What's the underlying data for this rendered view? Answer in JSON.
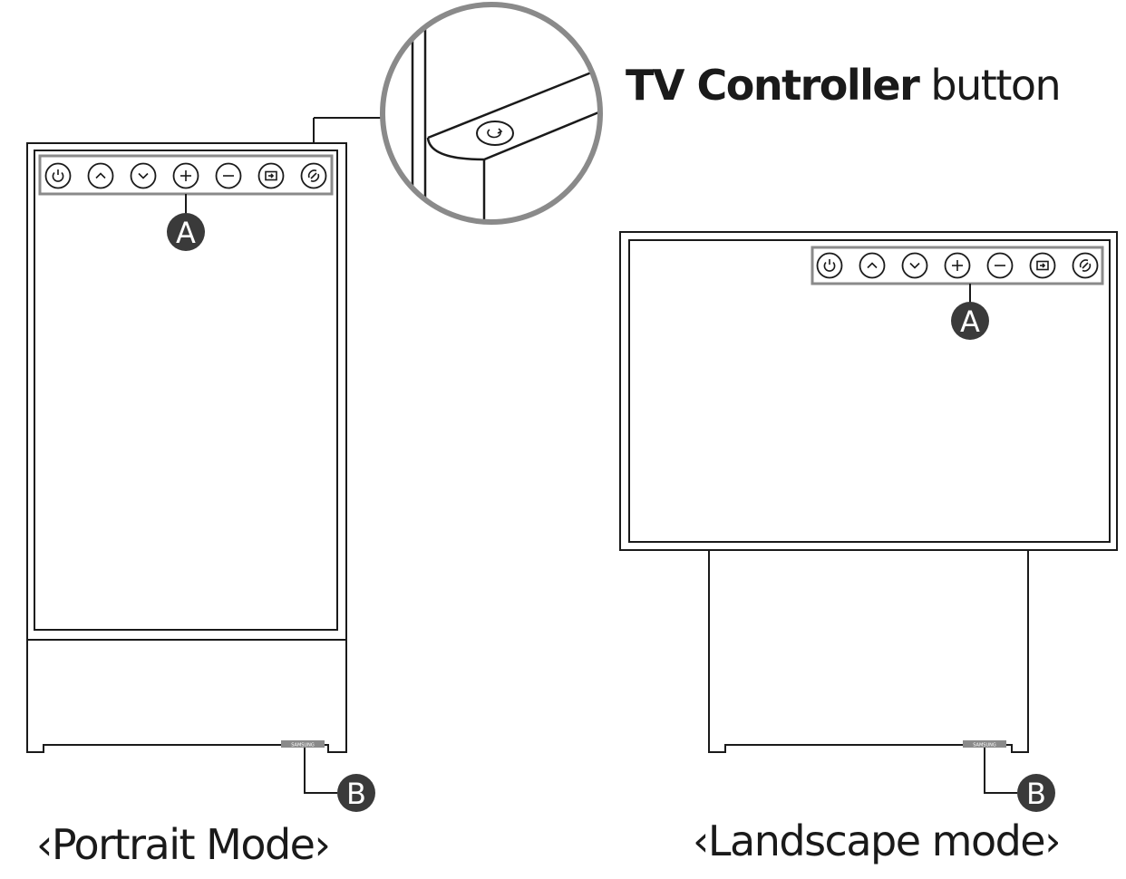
{
  "title": {
    "bold": "TV Controller",
    "rest": " button"
  },
  "captions": {
    "portrait": "‹Portrait Mode›",
    "landscape": "‹Landscape mode›"
  },
  "callouts": {
    "a": "A",
    "b": "B"
  },
  "brand": "SAMSUNG",
  "controller_buttons": [
    "power-icon",
    "channel-up-icon",
    "channel-down-icon",
    "volume-up-icon",
    "volume-down-icon",
    "source-icon",
    "rotate-icon"
  ],
  "colors": {
    "line": "#1a1a1a",
    "badge": "#3a3a3a",
    "bar": "#8a8a8a",
    "zoom_ring": "#8a8a8a"
  }
}
